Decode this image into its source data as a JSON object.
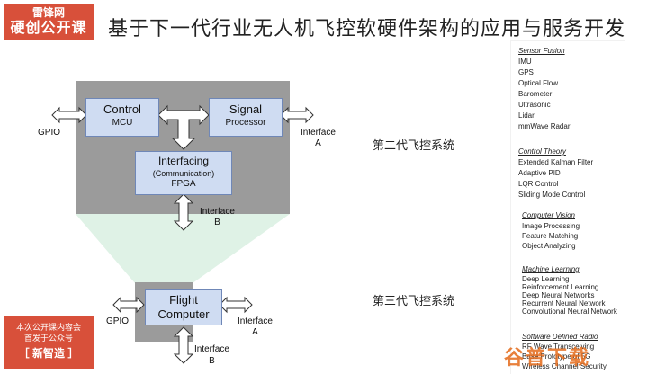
{
  "brand": {
    "line1": "雷锋网",
    "line2": "硬创公开课"
  },
  "title": "基于下一代行业无人机飞控软硬件架构的应用与服务开发",
  "badge": {
    "line1": "本次公开课内容会",
    "line2": "首发于公众号",
    "line3": "［ 新智造 ］"
  },
  "gen2_label": "第二代飞控系统",
  "gen3_label": "第三代飞控系统",
  "diagram_top": {
    "control": {
      "name": "Control",
      "sub": "MCU"
    },
    "signal": {
      "name": "Signal",
      "sub": "Processor"
    },
    "interfacing": {
      "name": "Interfacing",
      "sub": "(Communication)",
      "sub2": "FPGA"
    },
    "gpio": "GPIO",
    "interface_a": {
      "line1": "Interface",
      "line2": "A"
    },
    "interface_b": {
      "line1": "Interface",
      "line2": "B"
    }
  },
  "diagram_bottom": {
    "flight": {
      "line1": "Flight",
      "line2": "Computer"
    },
    "gpio": "GPIO",
    "interface_a": {
      "line1": "Interface",
      "line2": "A"
    },
    "interface_b": {
      "line1": "Interface",
      "line2": "B"
    }
  },
  "sections": [
    {
      "title": "Sensor Fusion",
      "items": [
        "IMU",
        "GPS",
        "Optical Flow",
        "Barometer",
        "Ultrasonic",
        "Lidar",
        "mmWave Radar"
      ]
    },
    {
      "title": "Control Theory",
      "items": [
        "Extended Kalman Filter",
        "Adaptive PID",
        "LQR Control",
        "Sliding Mode Control"
      ]
    },
    {
      "title": "Computer Vision",
      "items": [
        "Image Processing",
        "Feature Matching",
        "Object Analyzing"
      ]
    },
    {
      "title": "Machine Learning",
      "items": [
        "Deep Learning",
        "Reinforcement Learning",
        "Deep Neural Networks",
        "Recurrent Neural Network",
        "Convolutional Neural Network"
      ]
    },
    {
      "title": "Software Defined Radio",
      "items": [
        "RF Wave Transceiving",
        "Base Prototype of 5G",
        "Wireless Channel Security"
      ]
    }
  ],
  "watermark": "谷普下载",
  "colors": {
    "badge_red": "#d8503a",
    "block_fill": "#cfdcf2",
    "frame_gray": "#9b9b9b",
    "funnel_green": "#dff2e6"
  }
}
